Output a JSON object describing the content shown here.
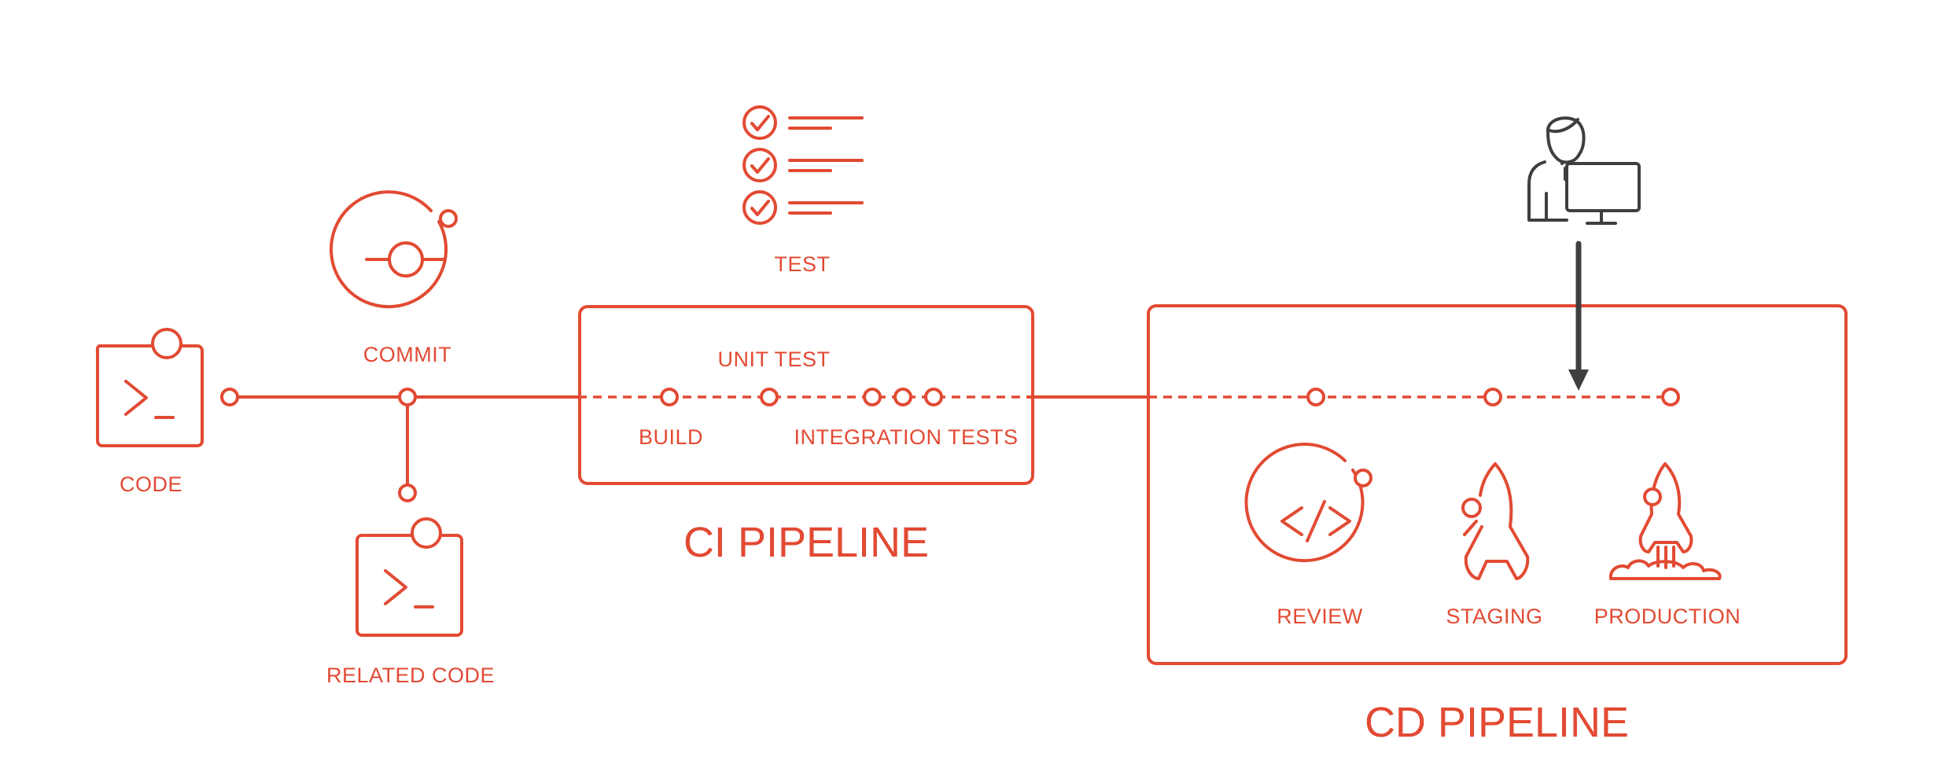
{
  "labels": {
    "code": "CODE",
    "commit": "COMMIT",
    "related_code": "RELATED CODE",
    "test": "TEST",
    "unit_test": "UNIT TEST",
    "build": "BUILD",
    "integration_tests": "INTEGRATION TESTS",
    "ci_pipeline": "CI PIPELINE",
    "cd_pipeline": "CD PIPELINE",
    "review": "REVIEW",
    "staging": "STAGING",
    "production": "PRODUCTION"
  },
  "icons": {
    "code": "terminal-icon",
    "commit": "commit-icon",
    "related_code": "terminal-icon",
    "test": "checklist-icon",
    "user": "user-at-computer-icon",
    "review": "code-review-icon",
    "staging": "rocket-icon",
    "production": "rocket-launch-icon"
  },
  "colors": {
    "accent": "#e24a33",
    "user": "#3f3f3f",
    "background": "#ffffff"
  }
}
